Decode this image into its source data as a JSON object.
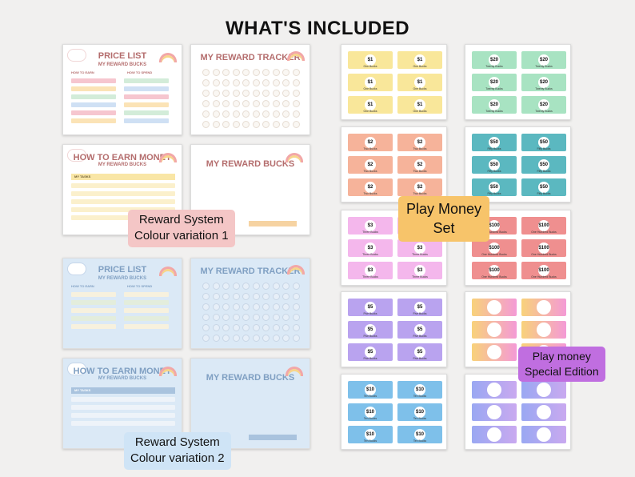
{
  "title": "WHAT'S INCLUDED",
  "labels": {
    "reward1_line1": "Reward System",
    "reward1_line2": "Colour variation 1",
    "reward2_line1": "Reward System",
    "reward2_line2": "Colour variation 2",
    "play_money_line1": "Play Money",
    "play_money_line2": "Set",
    "special_line1": "Play money",
    "special_line2": "Special Edition"
  },
  "sheets": {
    "price_list_title": "PRICE LIST",
    "price_list_sub": "MY REWARD BUCKS",
    "how_to_earn": "HOW TO EARN",
    "how_to_spend": "HOW TO SPEND",
    "tracker_title": "MY REWARD TRACKER",
    "earn_money_title": "HOW TO EARN MONEY",
    "earn_money_sub": "MY REWARD BUCKS",
    "my_tasks": "MY TASKS",
    "reward_bucks_title": "MY REWARD BUCKS"
  },
  "bills": [
    {
      "amount": "$1",
      "name": "One Bucks",
      "color": "#f9e79a"
    },
    {
      "amount": "$20",
      "name": "Twenty Bucks",
      "color": "#a8e3c2"
    },
    {
      "amount": "$2",
      "name": "Two Bucks",
      "color": "#f6b39a"
    },
    {
      "amount": "$50",
      "name": "Fifty Bucks",
      "color": "#5bb8c0"
    },
    {
      "amount": "$3",
      "name": "Three Bucks",
      "color": "#f4b7ec"
    },
    {
      "amount": "$100",
      "name": "One Hundred Bucks",
      "color": "#ef8f8f"
    },
    {
      "amount": "$5",
      "name": "Five Bucks",
      "color": "#b9a3ef"
    },
    {
      "amount": "$10",
      "name": "Ten Bucks",
      "color": "#7ec0ea"
    }
  ],
  "colors": {
    "pink_label": "#f4c6c6",
    "blue_label": "#cfe4f6",
    "orange_label": "#f7c46a",
    "purple_label": "#c06ee0"
  }
}
